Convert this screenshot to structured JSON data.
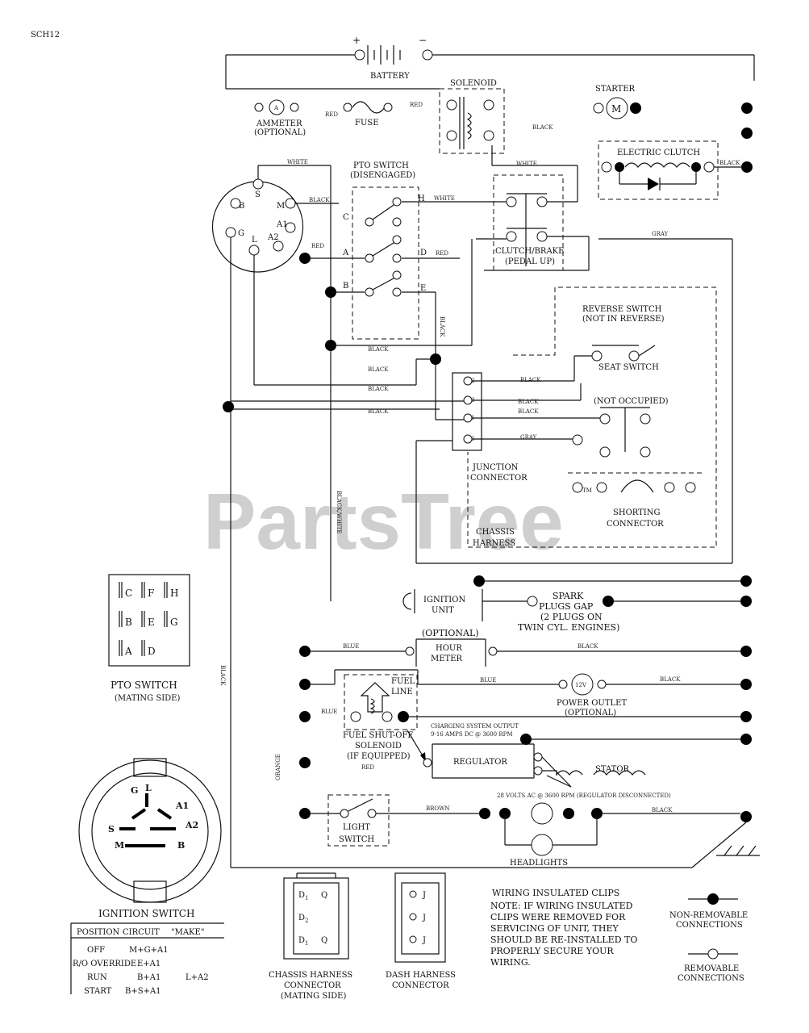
{
  "page_code": "SCH12",
  "watermark": "PartsTree",
  "watermark_tm": "TM",
  "top": {
    "plus": "+",
    "minus": "−",
    "battery": "BATTERY",
    "solenoid": "SOLENOID",
    "starter": "STARTER",
    "starter_symbol": "M",
    "ammeter_symbol": "A",
    "ammeter": "AMMETER",
    "ammeter_optional": "(OPTIONAL)",
    "red1": "RED",
    "fuse": "FUSE",
    "red2": "RED",
    "black_sol": "BLACK",
    "white1": "WHITE",
    "white2": "WHITE",
    "electric_clutch": "ELECTRIC CLUTCH",
    "black_ec": "BLACK"
  },
  "pto": {
    "title": "PTO SWITCH",
    "state": "(DISENGAGED)",
    "h": "H",
    "c": "C",
    "a": "A",
    "d": "D",
    "b": "B",
    "e": "E",
    "white": "WHITE",
    "red_a": "RED",
    "red_d": "RED",
    "black_e": "BLACK"
  },
  "ign_terms": {
    "s": "S",
    "m": "M",
    "b": "B",
    "a1": "A1",
    "g": "G",
    "l": "L",
    "a2": "A2",
    "black": "BLACK"
  },
  "clutch_brake": {
    "label": "CLUTCH/BRAKE",
    "state": "(PEDAL UP)",
    "gray": "GRAY"
  },
  "reverse": {
    "label": "REVERSE SWITCH",
    "state": "(NOT IN REVERSE)"
  },
  "seat": {
    "label": "SEAT SWITCH",
    "state": "(NOT OCCUPIED)"
  },
  "wires": {
    "black1": "BLACK",
    "black2": "BLACK",
    "black3": "BLACK",
    "black4": "BLACK",
    "black5": "BLACK",
    "black6": "BLACK",
    "black7": "BLACK",
    "gray2": "GRAY",
    "black_white": "BLACK/WHITE",
    "black_left": "BLACK"
  },
  "junction": {
    "n2": "2",
    "n3": "3",
    "n1": "1",
    "n6": "6",
    "label1": "JUNCTION",
    "label2": "CONNECTOR"
  },
  "chassis_harness": {
    "l1": "CHASSIS",
    "l2": "HARNESS"
  },
  "shorting": {
    "l1": "SHORTING",
    "l2": "CONNECTOR"
  },
  "ignition_unit": {
    "l1": "IGNITION",
    "l2": "UNIT"
  },
  "spark": {
    "l1": "SPARK",
    "l2": "PLUGS GAP",
    "l3": "(2 PLUGS ON",
    "l4": "TWIN CYL. ENGINES)"
  },
  "hour_meter": {
    "optional": "(OPTIONAL)",
    "l1": "HOUR",
    "l2": "METER",
    "blue": "BLUE",
    "black": "BLACK"
  },
  "power_outlet": {
    "symbol": "12V",
    "l1": "POWER OUTLET",
    "l2": "(OPTIONAL)",
    "blue": "BLUE",
    "black": "BLACK"
  },
  "fuel": {
    "line1": "FUEL",
    "line2": "LINE",
    "blue": "BLUE",
    "s1": "FUEL SHUT-OFF",
    "s2": "SOLENOID",
    "s3": "(IF EQUIPPED)",
    "red": "RED"
  },
  "charging": {
    "l1": "CHARGING SYSTEM OUTPUT",
    "l2": "9-16 AMPS DC @ 3600 RPM"
  },
  "regulator": "REGULATOR",
  "stator": "STATOR",
  "volts": "28 VOLTS AC @ 3600 RPM (REGULATOR DISCONNECTED)",
  "light": {
    "l1": "LIGHT",
    "l2": "SWITCH",
    "brown": "BROWN",
    "black": "BLACK",
    "orange": "ORANGE",
    "headlights": "HEADLIGHTS"
  },
  "pto_mating": {
    "grid": [
      [
        "C",
        "F",
        "H"
      ],
      [
        "B",
        "E",
        "G"
      ],
      [
        "A",
        "D",
        ""
      ]
    ],
    "l1": "PTO SWITCH",
    "l2": "(MATING SIDE)"
  },
  "ign_switch": {
    "pins": {
      "g": "G",
      "l": "L",
      "a1": "A1",
      "s": "S",
      "a2": "A2",
      "m": "M",
      "b": "B"
    },
    "title": "IGNITION SWITCH",
    "headers": [
      "POSITION",
      "CIRCUIT",
      "\"MAKE\""
    ],
    "rows": [
      [
        "OFF",
        "M+G+A1",
        ""
      ],
      [
        "R/O OVERRIDE",
        "E+A1",
        ""
      ],
      [
        "RUN",
        "B+A1",
        "L+A2"
      ],
      [
        "START",
        "B+S+A1",
        ""
      ]
    ]
  },
  "chassis_conn": {
    "pins": [
      [
        "D",
        "1",
        "Q"
      ],
      [
        "D",
        "2",
        ""
      ],
      [
        "D",
        "1",
        "Q"
      ]
    ],
    "l1": "CHASSIS HARNESS",
    "l2": "CONNECTOR",
    "l3": "(MATING SIDE)"
  },
  "dash_conn": {
    "pins": [
      "J",
      "J",
      "J"
    ],
    "l1": "DASH HARNESS",
    "l2": "CONNECTOR"
  },
  "clips": {
    "title": "WIRING INSULATED CLIPS",
    "lines": [
      "NOTE: IF WIRING INSULATED",
      "CLIPS WERE REMOVED FOR",
      "SERVICING OF UNIT, THEY",
      "SHOULD BE RE-INSTALLED TO",
      "PROPERLY SECURE YOUR",
      "WIRING."
    ]
  },
  "legend": {
    "nonrem1": "NON-REMOVABLE",
    "nonrem2": "CONNECTIONS",
    "rem1": "REMOVABLE",
    "rem2": "CONNECTIONS"
  }
}
